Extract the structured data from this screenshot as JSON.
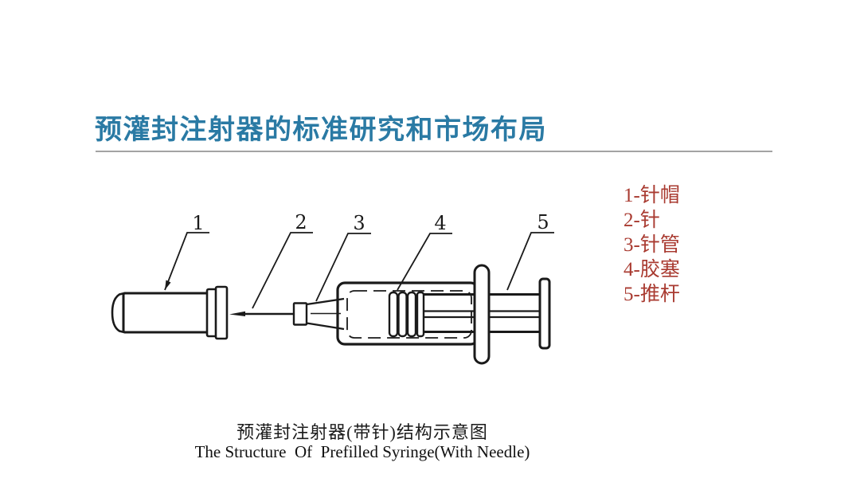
{
  "slide": {
    "title": "预灌封注射器的标准研究和市场布局"
  },
  "legend": {
    "items": [
      "1-针帽",
      "2-针",
      "3-针管",
      "4-胶塞",
      "5-推杆"
    ]
  },
  "diagram": {
    "labels": [
      "1",
      "2",
      "3",
      "4",
      "5"
    ]
  },
  "caption": {
    "zh": "预灌封注射器(带针)结构示意图",
    "en": "The Structure  Of  Prefilled Syringe(With Needle)"
  },
  "colors": {
    "title_blue": "#2a7aa4",
    "divider_gray": "#a3a3a3",
    "legend_red": "#a93b31",
    "drawing_black": "#1a1a1a",
    "background": "#ffffff"
  }
}
